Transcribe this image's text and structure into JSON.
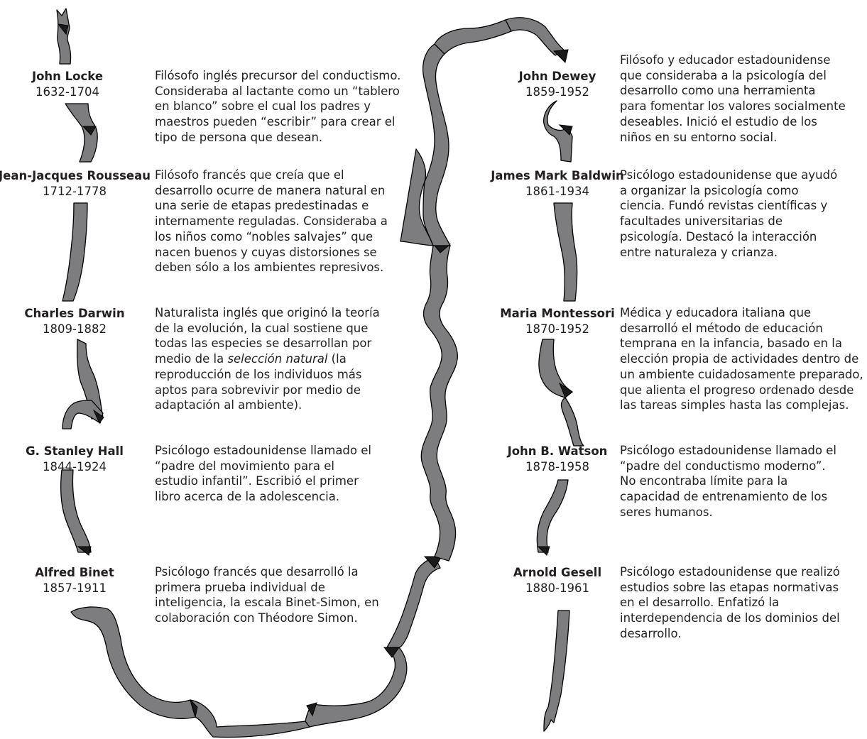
{
  "people": [
    {
      "name": "John Locke",
      "years": "1632-1704",
      "desc": "Filósofo inglés precursor del conductismo.\nConsideraba al lactante como un “tablero\nen blanco” sobre el cual los padres y\nmaestros pueden “escribir” para crear el\ntipo de persona que desean."
    },
    {
      "name": "Jean-Jacques Rousseau",
      "years": "1712-1778",
      "desc": "Filósofo francés que creía que el\ndesarrollo ocurre de manera natural en\nuna serie de etapas predestinadas e\ninternamente reguladas. Consideraba a\nlos niños como “nobles salvajes” que\nnacen buenos y cuyas distorsiones se\ndeben sólo a los ambientes represivos."
    },
    {
      "name": "Charles Darwin",
      "years": "1809-1882",
      "desc_a": "Naturalista inglés que originó la teoría\nde la evolución, la cual sostiene que\ntodas las especies se desarrollan por\nmedio de la ",
      "desc_em": "selección natural",
      "desc_b": " (la\nreproducción de los individuos más\naptos para sobrevivir por medio de\nadaptación al ambiente)."
    },
    {
      "name": "G. Stanley Hall",
      "years": "1844-1924",
      "desc": "Psicólogo estadounidense llamado el\n“padre del movimiento para el\nestudio infantil”. Escribió el primer\nlibro acerca de la adolescencia."
    },
    {
      "name": "Alfred Binet",
      "years": "1857-1911",
      "desc": "Psicólogo francés que desarrolló la\nprimera prueba individual de\ninteligencia, la escala Binet-Simon, en\ncolaboración con Théodore Simon."
    },
    {
      "name": "John Dewey",
      "years": "1859-1952",
      "desc": "Filósofo y educador estadounidense\nque consideraba a la psicología del\ndesarrollo como una herramienta\npara fomentar los valores socialmente\ndeseables. Inició el estudio de los\nniños en su entorno social."
    },
    {
      "name": "James Mark Baldwin",
      "years": "1861-1934",
      "desc": "Psicólogo estadounidense que ayudó\na organizar la psicología como\nciencia. Fundó revistas científicas y\nfacultades universitarias de\npsicología. Destacó la interacción\nentre naturaleza y crianza."
    },
    {
      "name": "Maria Montessori",
      "years": "1870-1952",
      "desc": "Médica y educadora italiana que\ndesarrolló el método de educación\ntemprana en la infancia, basado en la\nelección propia de actividades dentro de\nun ambiente cuidadosamente preparado,\nque alienta el progreso ordenado desde\nlas tareas simples hasta las complejas."
    },
    {
      "name": "John B. Watson",
      "years": "1878-1958",
      "desc": "Psicólogo estadounidense llamado el\n“padre del conductismo moderno”.\nNo encontraba límite para la\ncapacidad de entrenamiento de los\nseres humanos."
    },
    {
      "name": "Arnold Gesell",
      "years": "1880-1961",
      "desc": "Psicólogo estadounidense que realizó\nestudios sobre las etapas normativas\nen el desarrollo. Enfatizó la\ninterdependencia de los dominios del\ndesarrollo."
    }
  ],
  "colors": {
    "ribbon": "#7d7d7f",
    "ribbon_fold": "#1a1a1a",
    "outline": "#000000",
    "text": "#231f20"
  }
}
